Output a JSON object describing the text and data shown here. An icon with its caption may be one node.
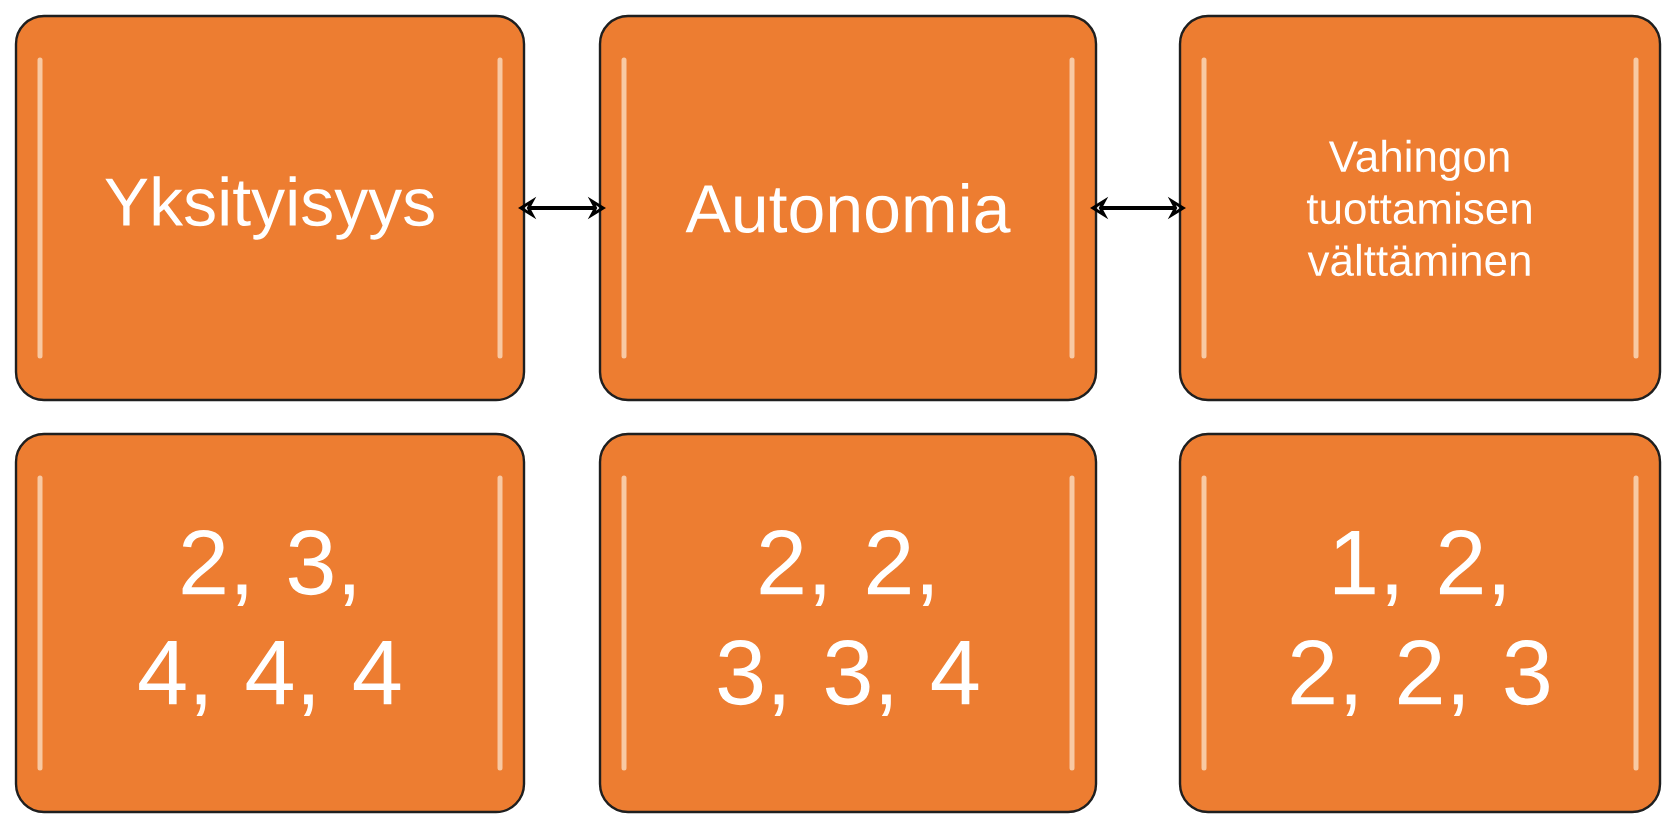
{
  "diagram": {
    "nodes": [
      {
        "text": [
          "Yksityisyys"
        ]
      },
      {
        "text": [
          "Autonomia"
        ]
      },
      {
        "text": [
          "Vahingon tuottamisen välttäminen"
        ]
      },
      {
        "text": [
          "2, 3, 4, 4, 4"
        ]
      },
      {
        "text": [
          "2, 2, 3, 3, 4"
        ]
      },
      {
        "text": [
          "1, 2, 2, 2, 3"
        ]
      }
    ],
    "edges": [
      {
        "from": 0,
        "to": 1,
        "arrow": "both"
      },
      {
        "from": 1,
        "to": 2,
        "arrow": "both"
      }
    ]
  }
}
